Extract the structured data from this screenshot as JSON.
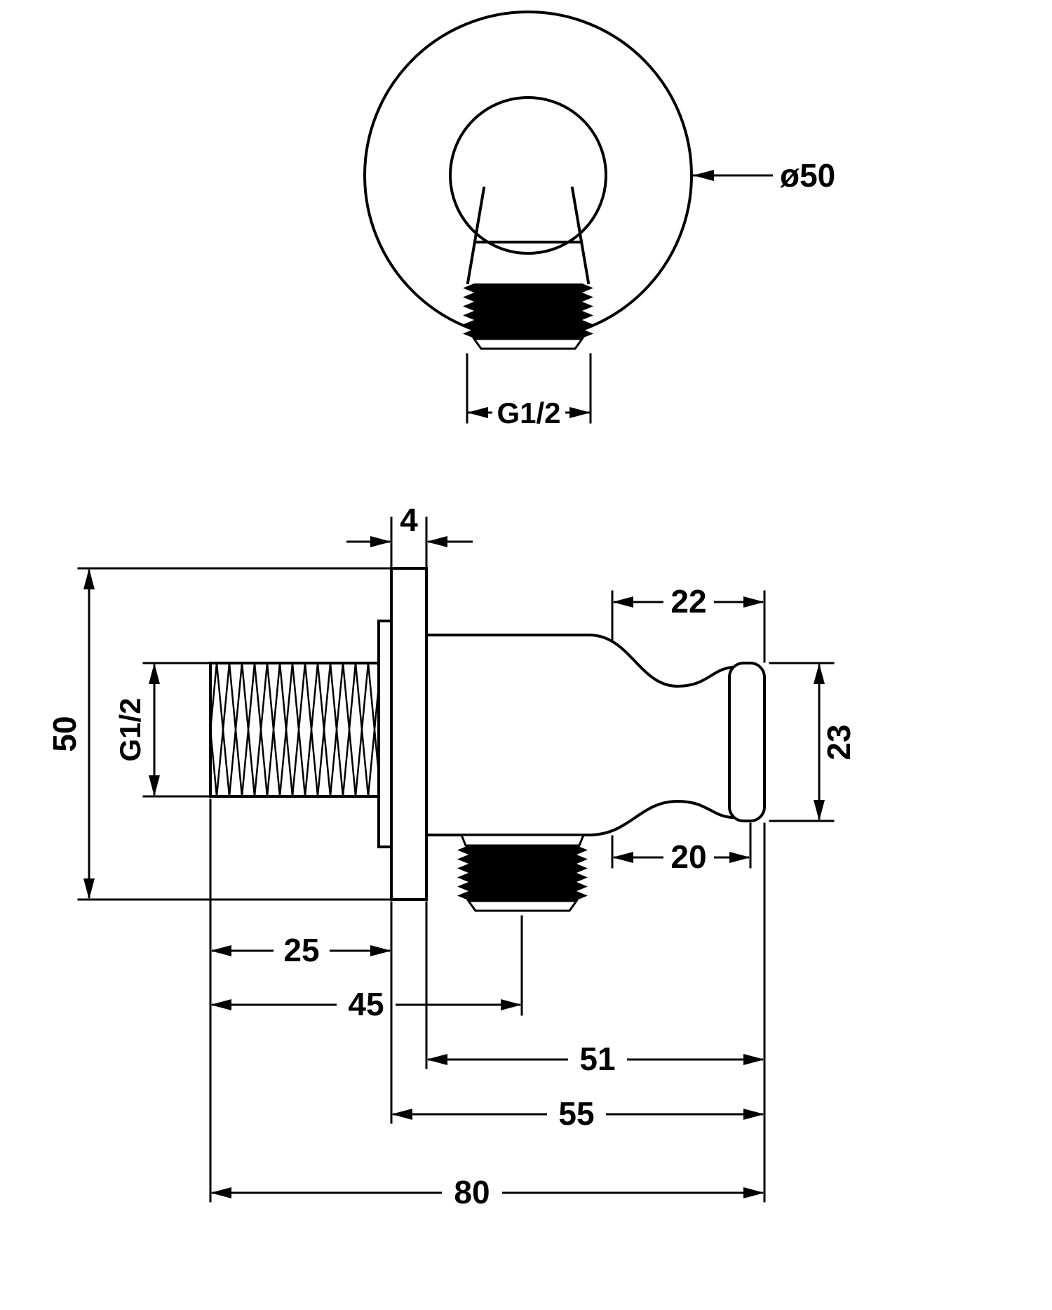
{
  "title": "Wall shower outlet with holder - dimensioned technical drawing",
  "colors": {
    "line": "#000000",
    "background": "#ffffff"
  },
  "views": {
    "front": {
      "label": "front-view-round-escutcheon",
      "dims": {
        "diameter": "ø50",
        "thread": "G1/2"
      }
    },
    "side": {
      "label": "side-section-view",
      "dims": {
        "plate_thickness": "4",
        "plate_height": "50",
        "inlet_thread": "G1/2",
        "holder_top_length": "22",
        "holder_end_height": "23",
        "holder_bottom_length": "20",
        "inlet_length": "25",
        "outlet_axis": "45",
        "body_length": "51",
        "from_wall": "55",
        "total_length": "80"
      }
    }
  }
}
